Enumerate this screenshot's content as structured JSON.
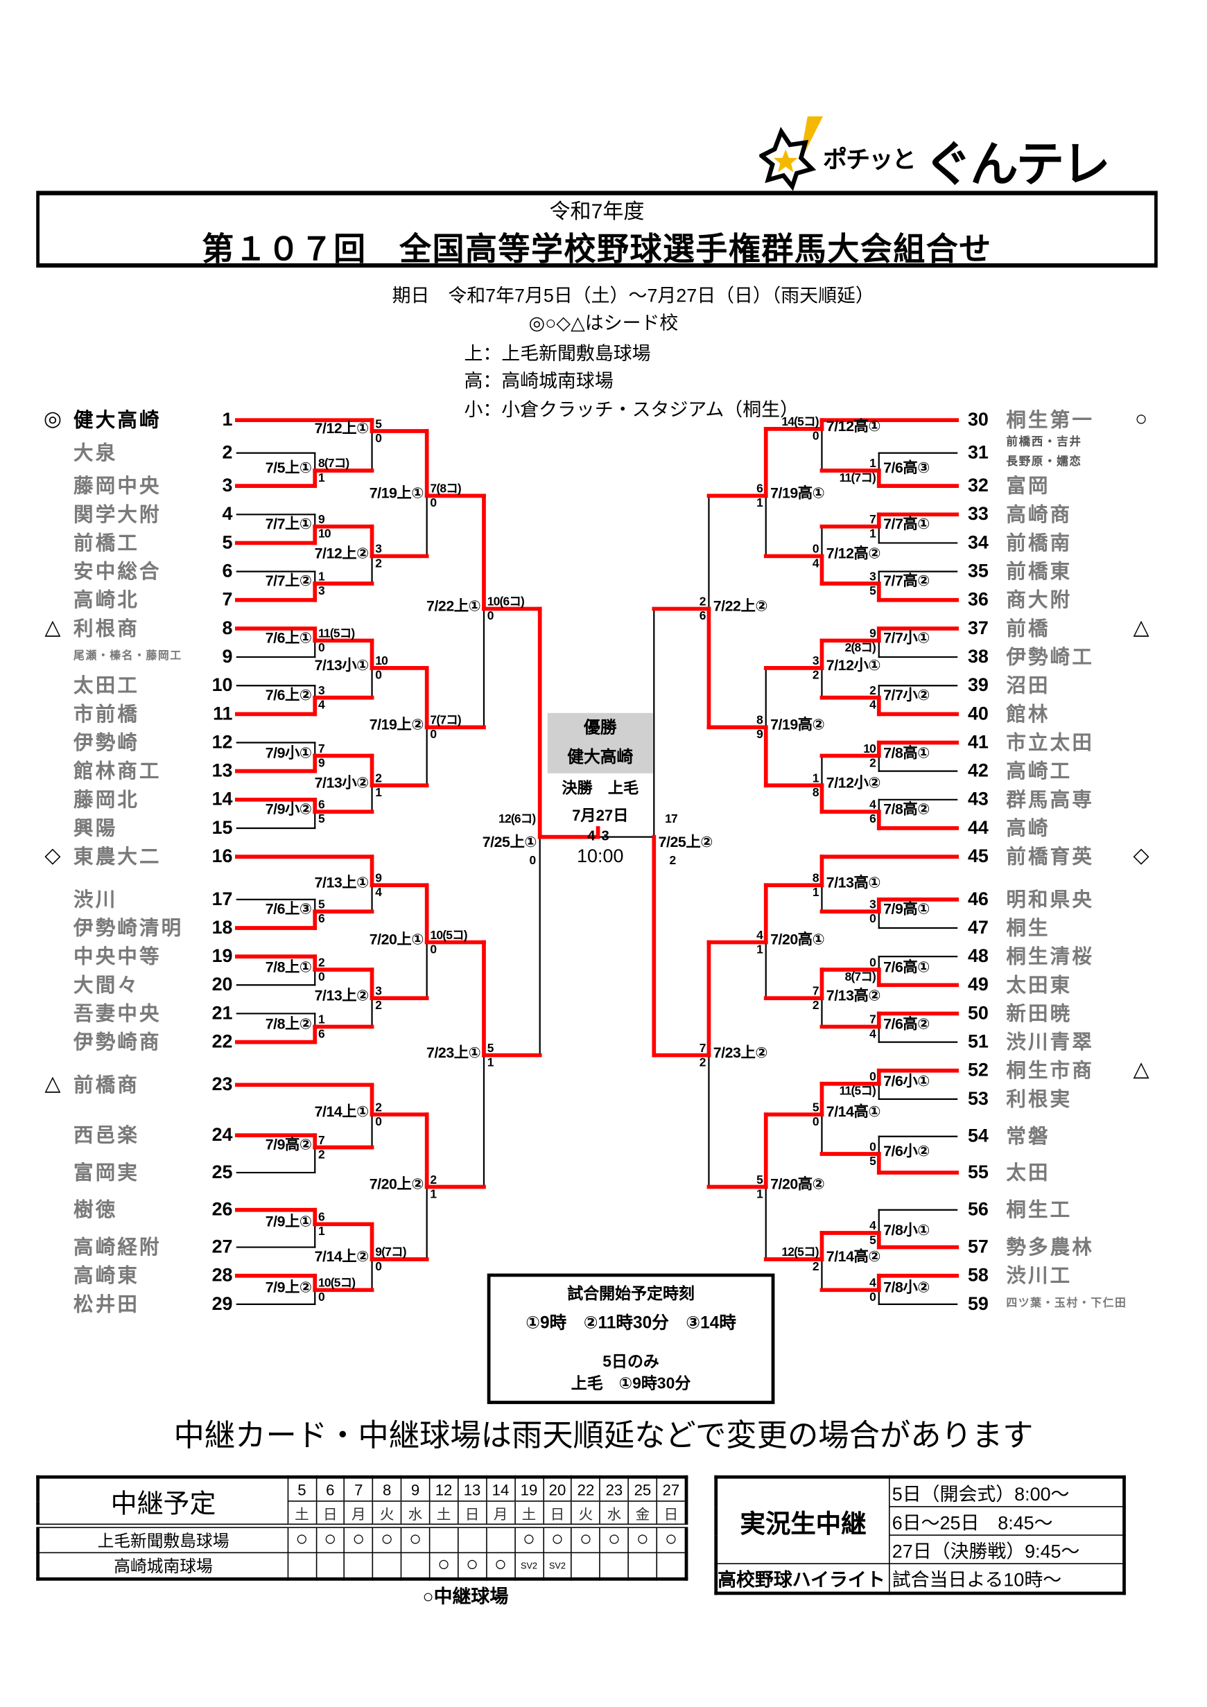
{
  "logo": {
    "text1": "ポチッと",
    "text2": "ぐんテレ"
  },
  "header": {
    "era": "令和7年度",
    "title": "第１０７回　全国高等学校野球選手権群馬大会組合せ",
    "dates": "期日　令和7年7月5日（土）～7月27日（日）（雨天順延）",
    "seed_note": "◎○◇△はシード校",
    "venues": [
      "上：上毛新聞敷島球場",
      "高：高崎城南球場",
      "小：小倉クラッチ・スタジアム（桐生）"
    ]
  },
  "teams": [
    {
      "no": "1",
      "name": "健大高崎",
      "mark": "◎"
    },
    {
      "no": "2",
      "name": "大泉"
    },
    {
      "no": "3",
      "name": "藤岡中央"
    },
    {
      "no": "4",
      "name": "関学大附"
    },
    {
      "no": "5",
      "name": "前橋工"
    },
    {
      "no": "6",
      "name": "安中総合"
    },
    {
      "no": "7",
      "name": "高崎北"
    },
    {
      "no": "8",
      "name": "利根商",
      "mark": "△"
    },
    {
      "no": "9",
      "name": "尾瀬・榛名・藤岡工"
    },
    {
      "no": "10",
      "name": "太田工"
    },
    {
      "no": "11",
      "name": "市前橋"
    },
    {
      "no": "12",
      "name": "伊勢崎"
    },
    {
      "no": "13",
      "name": "館林商工"
    },
    {
      "no": "14",
      "name": "藤岡北"
    },
    {
      "no": "15",
      "name": "興陽"
    },
    {
      "no": "16",
      "name": "東農大二",
      "mark": "◇"
    },
    {
      "no": "17",
      "name": "渋川"
    },
    {
      "no": "18",
      "name": "伊勢崎清明"
    },
    {
      "no": "19",
      "name": "中央中等"
    },
    {
      "no": "20",
      "name": "大間々"
    },
    {
      "no": "21",
      "name": "吾妻中央"
    },
    {
      "no": "22",
      "name": "伊勢崎商"
    },
    {
      "no": "23",
      "name": "前橋商",
      "mark": "△"
    },
    {
      "no": "24",
      "name": "西邑楽"
    },
    {
      "no": "25",
      "name": "富岡実"
    },
    {
      "no": "26",
      "name": "樹徳"
    },
    {
      "no": "27",
      "name": "高崎経附"
    },
    {
      "no": "28",
      "name": "高崎東"
    },
    {
      "no": "29",
      "name": "松井田"
    },
    {
      "no": "30",
      "name": "桐生第一",
      "mark": "○"
    },
    {
      "no": "31",
      "name": "前橋西・吉井",
      "name2": "長野原・嬬恋"
    },
    {
      "no": "32",
      "name": "富岡"
    },
    {
      "no": "33",
      "name": "高崎商"
    },
    {
      "no": "34",
      "name": "前橋南"
    },
    {
      "no": "35",
      "name": "前橋東"
    },
    {
      "no": "36",
      "name": "商大附"
    },
    {
      "no": "37",
      "name": "前橋",
      "mark": "△"
    },
    {
      "no": "38",
      "name": "伊勢崎工"
    },
    {
      "no": "39",
      "name": "沼田"
    },
    {
      "no": "40",
      "name": "館林"
    },
    {
      "no": "41",
      "name": "市立太田"
    },
    {
      "no": "42",
      "name": "高崎工"
    },
    {
      "no": "43",
      "name": "群馬高専"
    },
    {
      "no": "44",
      "name": "高崎"
    },
    {
      "no": "45",
      "name": "前橋育英",
      "mark": "◇"
    },
    {
      "no": "46",
      "name": "明和県央"
    },
    {
      "no": "47",
      "name": "桐生"
    },
    {
      "no": "48",
      "name": "桐生清桜"
    },
    {
      "no": "49",
      "name": "太田東"
    },
    {
      "no": "50",
      "name": "新田暁"
    },
    {
      "no": "51",
      "name": "渋川青翠"
    },
    {
      "no": "52",
      "name": "桐生市商",
      "mark": "△"
    },
    {
      "no": "53",
      "name": "利根実"
    },
    {
      "no": "54",
      "name": "常磐"
    },
    {
      "no": "55",
      "name": "太田"
    },
    {
      "no": "56",
      "name": "桐生工"
    },
    {
      "no": "57",
      "name": "勢多農林"
    },
    {
      "no": "58",
      "name": "渋川工"
    },
    {
      "no": "59",
      "name": "四ツ葉・玉村・下仁田"
    }
  ],
  "bracket": {
    "left": [
      {
        "date": "7/5上①",
        "upper": "8(7コ)",
        "lower": "1",
        "winner": "bottom"
      },
      {
        "date": "7/7上①",
        "upper": "9",
        "lower": "10",
        "winner": "bottom"
      },
      {
        "date": "7/7上②",
        "upper": "1",
        "lower": "3",
        "winner": "bottom"
      },
      {
        "date": "7/6上①",
        "upper": "11(5コ)",
        "lower": "0",
        "winner": "top"
      },
      {
        "date": "7/6上②",
        "upper": "3",
        "lower": "4",
        "winner": "bottom"
      },
      {
        "date": "7/9小①",
        "upper": "7",
        "lower": "9",
        "winner": "bottom"
      },
      {
        "date": "7/9小②",
        "upper": "6",
        "lower": "5",
        "winner": "top"
      },
      {
        "date": "7/6上③",
        "upper": "5",
        "lower": "6",
        "winner": "bottom"
      },
      {
        "date": "7/8上①",
        "upper": "2",
        "lower": "0",
        "winner": "top"
      },
      {
        "date": "7/8上②",
        "upper": "1",
        "lower": "6",
        "winner": "bottom"
      },
      {
        "date": "7/9高②",
        "upper": "7",
        "lower": "2",
        "winner": "top"
      },
      {
        "date": "7/9上①",
        "upper": "6",
        "lower": "1",
        "winner": "top"
      },
      {
        "date": "7/9上②",
        "upper": "10(5コ)",
        "lower": "0",
        "winner": "top"
      },
      {
        "date": "7/12上①",
        "upper": "5",
        "lower": "0",
        "winner": "top"
      },
      {
        "date": "7/12上②",
        "upper": "3",
        "lower": "2",
        "winner": "top"
      },
      {
        "date": "7/13小①",
        "upper": "10",
        "lower": "0",
        "winner": "top"
      },
      {
        "date": "7/13小②",
        "upper": "2",
        "lower": "1",
        "winner": "top"
      },
      {
        "date": "7/13上①",
        "upper": "9",
        "lower": "4",
        "winner": "top"
      },
      {
        "date": "7/13上②",
        "upper": "3",
        "lower": "2",
        "winner": "top"
      },
      {
        "date": "7/14上①",
        "upper": "2",
        "lower": "0",
        "winner": "top"
      },
      {
        "date": "7/14上②",
        "upper": "9(7コ)",
        "lower": "0",
        "winner": "top"
      },
      {
        "date": "7/19上①",
        "upper": "7(8コ)",
        "lower": "0",
        "winner": "top"
      },
      {
        "date": "7/19上②",
        "upper": "7(7コ)",
        "lower": "0",
        "winner": "top"
      },
      {
        "date": "7/20上①",
        "upper": "10(5コ)",
        "lower": "0",
        "winner": "top"
      },
      {
        "date": "7/20上②",
        "upper": "2",
        "lower": "1",
        "winner": "top"
      },
      {
        "date": "7/22上①",
        "upper": "10(6コ)",
        "lower": "0",
        "winner": "top"
      },
      {
        "date": "7/23上①",
        "upper": "5",
        "lower": "1",
        "winner": "top"
      },
      {
        "date": "7/25上①",
        "upper": "12(6コ)",
        "lower": "0",
        "winner": "top"
      }
    ],
    "right": [
      {
        "date": "7/6高③",
        "upper": "1",
        "lower": "11(7コ)",
        "winner": "bottom"
      },
      {
        "date": "7/7高①",
        "upper": "7",
        "lower": "1",
        "winner": "top"
      },
      {
        "date": "7/7高②",
        "upper": "3",
        "lower": "5",
        "winner": "bottom"
      },
      {
        "date": "7/7小①",
        "upper": "9",
        "lower": "2(8コ)",
        "winner": "top"
      },
      {
        "date": "7/7小②",
        "upper": "2",
        "lower": "4",
        "winner": "bottom"
      },
      {
        "date": "7/8高①",
        "upper": "10",
        "lower": "2",
        "winner": "top"
      },
      {
        "date": "7/8高②",
        "upper": "4",
        "lower": "6",
        "winner": "bottom"
      },
      {
        "date": "7/9高①",
        "upper": "3",
        "lower": "0",
        "winner": "top"
      },
      {
        "date": "7/6高①",
        "upper": "0",
        "lower": "8(7コ)",
        "winner": "bottom"
      },
      {
        "date": "7/6高②",
        "upper": "7",
        "lower": "4",
        "winner": "top"
      },
      {
        "date": "7/6小①",
        "upper": "0",
        "lower": "11(5コ)",
        "winner": "top"
      },
      {
        "date": "7/6小②",
        "upper": "0",
        "lower": "5",
        "winner": "bottom"
      },
      {
        "date": "7/8小①",
        "upper": "4",
        "lower": "5",
        "winner": "bottom"
      },
      {
        "date": "7/8小②",
        "upper": "4",
        "lower": "0",
        "winner": "top"
      },
      {
        "date": "7/12高①",
        "upper": "14(5コ)",
        "lower": "0",
        "winner": "top"
      },
      {
        "date": "7/12高②",
        "upper": "0",
        "lower": "4",
        "winner": "bottom"
      },
      {
        "date": "7/12小①",
        "upper": "3",
        "lower": "2",
        "winner": "top"
      },
      {
        "date": "7/12小②",
        "upper": "1",
        "lower": "8",
        "winner": "bottom"
      },
      {
        "date": "7/13高①",
        "upper": "8",
        "lower": "1",
        "winner": "top"
      },
      {
        "date": "7/13高②",
        "upper": "7",
        "lower": "2",
        "winner": "top"
      },
      {
        "date": "7/14高①",
        "upper": "5",
        "lower": "0",
        "winner": "top"
      },
      {
        "date": "7/14高②",
        "upper": "12(5コ)",
        "lower": "2",
        "winner": "top"
      },
      {
        "date": "7/19高①",
        "upper": "6",
        "lower": "1",
        "winner": "top"
      },
      {
        "date": "7/19高②",
        "upper": "8",
        "lower": "9",
        "winner": "bottom"
      },
      {
        "date": "7/20高①",
        "upper": "4",
        "lower": "1",
        "winner": "top"
      },
      {
        "date": "7/20高②",
        "upper": "5",
        "lower": "1",
        "winner": "top"
      },
      {
        "date": "7/22上②",
        "upper": "2",
        "lower": "6",
        "winner": "bottom"
      },
      {
        "date": "7/23上②",
        "upper": "7",
        "lower": "2",
        "winner": "top"
      },
      {
        "date": "7/25上②",
        "upper": "17",
        "lower": "2",
        "winner": "bottom"
      }
    ]
  },
  "final": {
    "champion_label": "優勝",
    "champion": "健大高崎",
    "round_venue": "決勝　上毛",
    "date": "7月27日",
    "score_left": "4",
    "score_right": "3",
    "time": "10:00",
    "winner": "left"
  },
  "start_times": {
    "title": "試合開始予定時刻",
    "times": "①9時　②11時30分　③14時",
    "note1": "5日のみ",
    "note2": "上毛　①9時30分"
  },
  "notice": "中継カード・中継球場は雨天順延などで変更の場合があります",
  "broadcast_schedule": {
    "title": "中継予定",
    "days": [
      {
        "day": "5",
        "weekday": "土"
      },
      {
        "day": "6",
        "weekday": "日"
      },
      {
        "day": "7",
        "weekday": "月"
      },
      {
        "day": "8",
        "weekday": "火"
      },
      {
        "day": "9",
        "weekday": "水"
      },
      {
        "day": "12",
        "weekday": "土"
      },
      {
        "day": "13",
        "weekday": "日"
      },
      {
        "day": "14",
        "weekday": "月"
      },
      {
        "day": "19",
        "weekday": "土"
      },
      {
        "day": "20",
        "weekday": "日"
      },
      {
        "day": "22",
        "weekday": "火"
      },
      {
        "day": "23",
        "weekday": "水"
      },
      {
        "day": "25",
        "weekday": "金"
      },
      {
        "day": "27",
        "weekday": "日"
      }
    ],
    "rows": [
      {
        "venue": "上毛新聞敷島球場",
        "marks": [
          "○",
          "○",
          "○",
          "○",
          "○",
          "",
          "",
          "",
          "○",
          "○",
          "○",
          "○",
          "○",
          "○"
        ]
      },
      {
        "venue": "高崎城南球場",
        "marks": [
          "",
          "",
          "",
          "",
          "",
          "○",
          "○",
          "○",
          "SV2",
          "SV2",
          "",
          "",
          "",
          ""
        ]
      }
    ],
    "legend": "○中継球場"
  },
  "live": {
    "title": "実況生中継",
    "times": [
      "5日（開会式）8:00～",
      "6日～25日　8:45～",
      "27日（決勝戦）9:45～"
    ],
    "highlight_label": "高校野球ハイライト",
    "highlight_time": "試合当日よる10時～"
  },
  "colors": {
    "winner_line": "#ff0000",
    "loser_line": "#000000",
    "team_name": "#8a8a8a",
    "champion_box": "#d0d0d0"
  }
}
